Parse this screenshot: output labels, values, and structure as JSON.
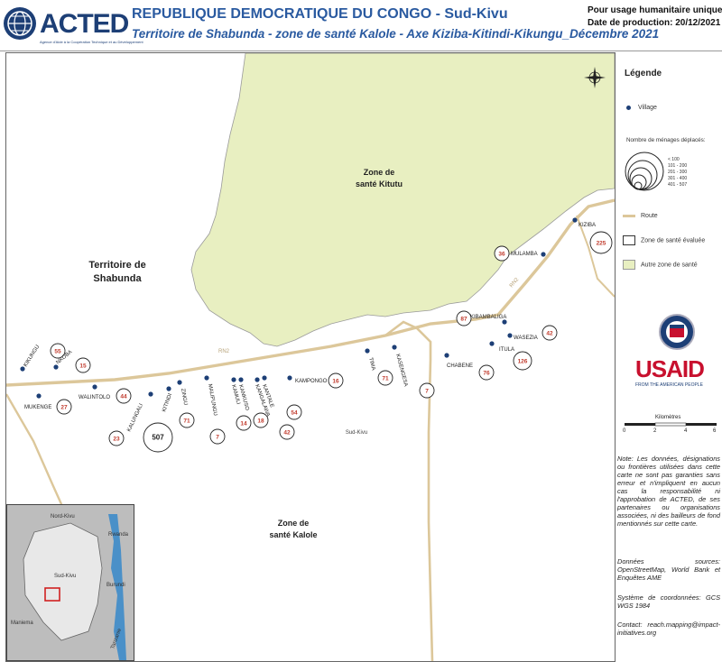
{
  "header": {
    "org": "ACTED",
    "org_sub": "Agence d'Aide à la Coopération Technique et au Développement",
    "title": "REPUBLIQUE DEMOCRATIQUE DU CONGO - Sud-Kivu",
    "subtitle": "Territoire de Shabunda - zone de santé Kalole - Axe Kiziba-Kitindi-Kikungu_Décembre 2021",
    "usage": "Pour usage humanitaire uniquement",
    "production": "Date de production: 20/12/2021"
  },
  "map": {
    "zone_kitutu": [
      "Zone de",
      "santé Kitutu"
    ],
    "zone_kalole": [
      "Zone de",
      "santé Kalole"
    ],
    "territoire": [
      "Territoire de",
      "Shabunda"
    ],
    "province": "Sud-Kivu",
    "road_label_a": "RN2",
    "road_label_b": "RN2",
    "colors": {
      "other_zone": "#e8efc1",
      "road": "#dcc79a",
      "village": "#1d3f76",
      "circle_num": "#c0392b"
    },
    "villages": [
      {
        "name": "KIKUNGU",
        "count": "55"
      },
      {
        "name": "NKOBA",
        "count": "15"
      },
      {
        "name": "MUKENGE",
        "count": "27"
      },
      {
        "name": "WALINTOLO",
        "count": "44"
      },
      {
        "name": "KALUNGALI",
        "count": "23"
      },
      {
        "name": "KITINDI",
        "count": "507"
      },
      {
        "name": "ZINGU",
        "count": "71"
      },
      {
        "name": "MALIPUNGU",
        "count": "7"
      },
      {
        "name": "KAMULI",
        "count": "14"
      },
      {
        "name": "KANKUSO",
        "count": "18"
      },
      {
        "name": "KANGALAWA",
        "count": "42"
      },
      {
        "name": "KANTALE",
        "count": "54"
      },
      {
        "name": "KAMPONGO",
        "count": "16"
      },
      {
        "name": "TIMA",
        "count": "71"
      },
      {
        "name": "KASENGESA",
        "count": "7"
      },
      {
        "name": "CHABENE",
        "count": "76"
      },
      {
        "name": "ITULA",
        "count": "126"
      },
      {
        "name": "WASEZIA",
        "count": "42"
      },
      {
        "name": "KIBAMBALIGA",
        "count": "87"
      },
      {
        "name": "MULAMBA",
        "count": "36"
      },
      {
        "name": "KIZIBA",
        "count": "225"
      }
    ],
    "inset": {
      "nord_kivu": "Nord-Kivu",
      "rwanda": "Rwanda",
      "sud_kivu": "Sud-Kivu",
      "burundi": "Burundi",
      "maniema": "Maniema",
      "tanzanie": "Tanzanie"
    }
  },
  "legend": {
    "title": "Légende",
    "village": "Village",
    "households_title": "Nombre de ménages déplacés:",
    "classes": [
      "< 100",
      "101 - 200",
      "201 - 300",
      "301 - 400",
      "401 - 507"
    ],
    "road": "Route",
    "zone_evaluee": "Zone de santé évaluée",
    "autre_zone": "Autre zone de santé",
    "usaid": "USAID",
    "usaid_sub": "FROM THE AMERICAN PEOPLE",
    "scale_title": "Kilomètres",
    "scale_ticks": [
      "0",
      "2",
      "4",
      "6"
    ],
    "note": "Note: Les données, désignations ou frontières utilisées dans cette carte ne sont pas garanties sans erreur et n'impliquent en aucun cas la responsabilité ni l'approbation de ACTED, de ses partenaires ou organisations associées, ni des bailleurs de fond mentionnés sur cette carte.",
    "sources": "Données sources: OpenStreetMap, World Bank et Enquêtes AME",
    "crs": "Système de coordonnées: GCS WGS 1984",
    "contact": "Contact: reach.mapping@impact-initiatives.org"
  }
}
